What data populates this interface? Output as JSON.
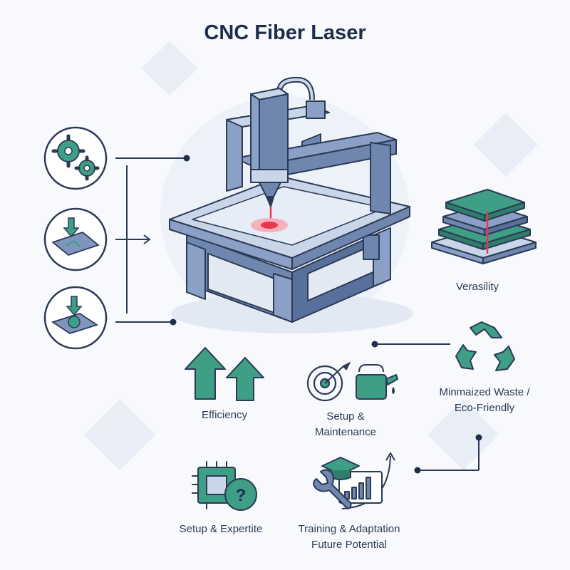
{
  "title": "CNC Fiber Laser",
  "labels": {
    "versatility": "Verasility",
    "waste": "Minmaized Waste /",
    "eco": "Eco-Friendly",
    "efficiency": "Efficiency",
    "setup_maint_1": "Setup &",
    "setup_maint_2": "Maintenance",
    "setup_expertise": "Setup & Expertite",
    "training": "Training & Adaptation",
    "future": "Future Potential"
  },
  "colors": {
    "navy": "#2b3a55",
    "teal": "#3f9e86",
    "laser": "#e8384f",
    "machine_blue": "#6f86ae"
  }
}
